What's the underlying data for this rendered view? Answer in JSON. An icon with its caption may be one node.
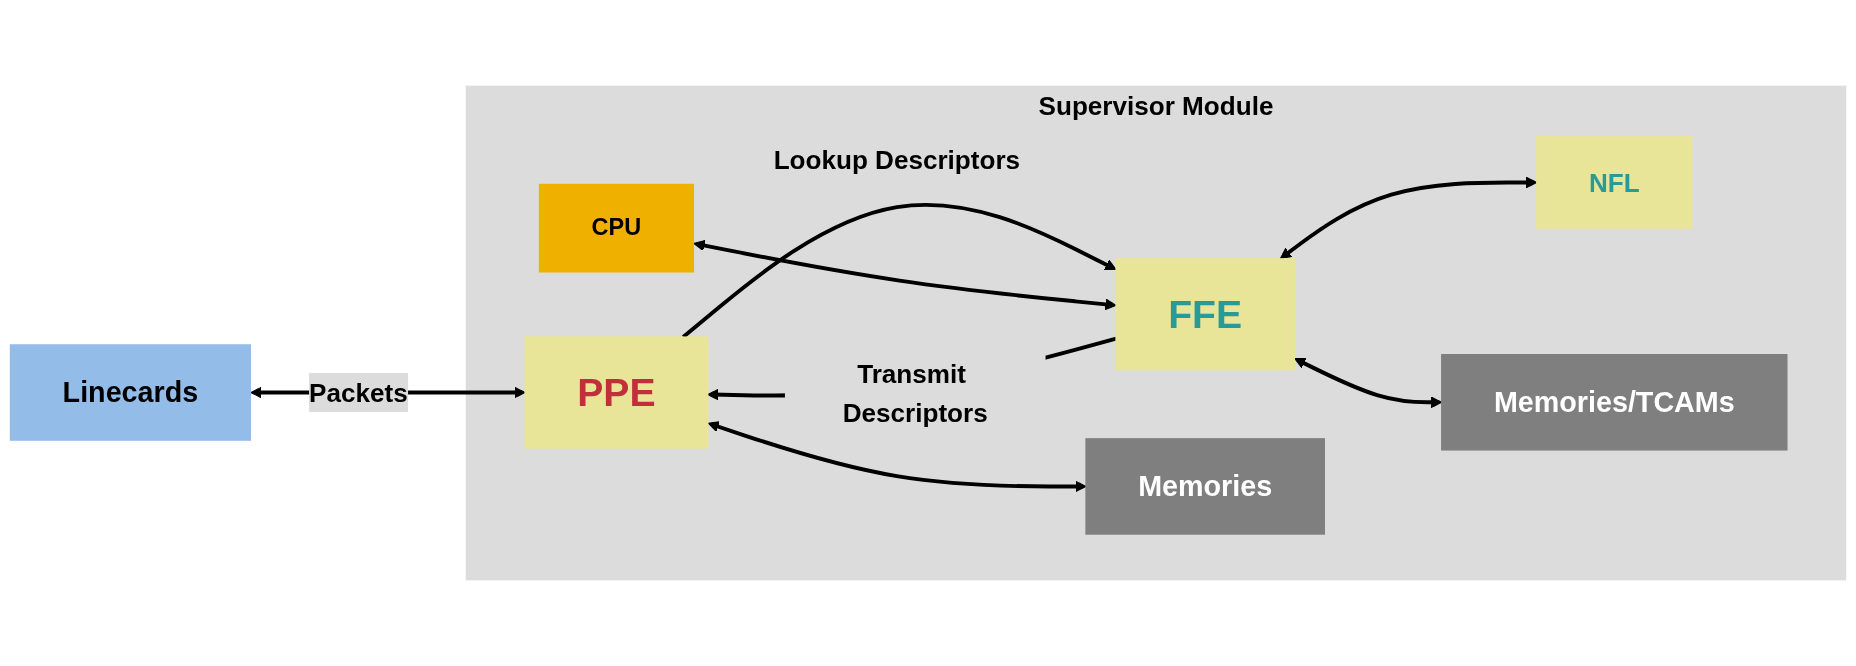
{
  "diagram": {
    "nodes": [
      {
        "text": [
          "Supervisor Module"
        ]
      },
      {
        "text": [
          "Linecards"
        ]
      },
      {
        "text": [
          "PPE"
        ],
        "in": 0
      },
      {
        "text": [
          "FFE"
        ],
        "in": 0
      },
      {
        "text": [
          "CPU"
        ],
        "in": 0
      },
      {
        "text": [
          "NFL"
        ],
        "in": 0
      },
      {
        "text": [
          "Memories"
        ],
        "in": 0
      },
      {
        "text": [
          "Memories/TCAMs"
        ],
        "in": 0
      }
    ],
    "edges": [
      {
        "from": 1,
        "to": 2,
        "arrow": "both",
        "label": "Packets"
      },
      {
        "from": 2,
        "to": 3,
        "arrow": "to",
        "label": "Lookup Descriptors"
      },
      {
        "from": 3,
        "to": 2,
        "arrow": "to",
        "label": "Transmit Descriptors"
      },
      {
        "from": 4,
        "to": 3,
        "arrow": "both"
      },
      {
        "from": 3,
        "to": 5,
        "arrow": "both"
      },
      {
        "from": 2,
        "to": 6,
        "arrow": "both"
      },
      {
        "from": 3,
        "to": 7,
        "arrow": "both"
      }
    ]
  }
}
